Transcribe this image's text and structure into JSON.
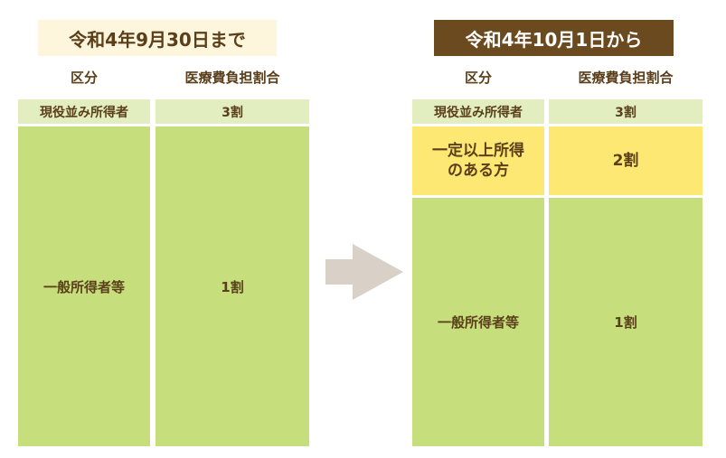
{
  "before": {
    "title": "令和4年9月30日まで",
    "headers": {
      "category": "区分",
      "ratio": "医療費負担割合"
    },
    "rows": [
      {
        "category": "現役並み所得者",
        "ratio": "3割",
        "color": "#e2edc0"
      },
      {
        "category": "一般所得者等",
        "ratio": "1割",
        "color": "#c7de7d"
      }
    ]
  },
  "after": {
    "title": "令和4年10月1日から",
    "headers": {
      "category": "区分",
      "ratio": "医療費負担割合"
    },
    "rows": [
      {
        "category": "現役並み所得者",
        "ratio": "3割",
        "color": "#e2edc0"
      },
      {
        "category": "一定以上所得\nのある方",
        "ratio": "2割",
        "color": "#fde874"
      },
      {
        "category": "一般所得者等",
        "ratio": "1割",
        "color": "#c7de7d"
      }
    ]
  },
  "arrow": {
    "icon": "arrow-right-icon",
    "color": "#d9d0c7"
  },
  "colors": {
    "title_before_bg": "#fdf5dc",
    "title_after_bg": "#6b4a1f",
    "text": "#5a3f1a"
  }
}
